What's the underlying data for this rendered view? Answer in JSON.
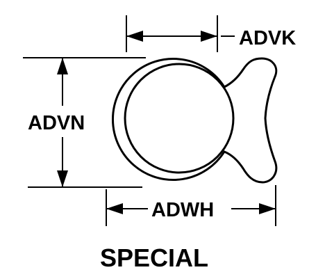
{
  "drawing": {
    "dimensions": {
      "top_width": "ADVK",
      "height": "ADVN",
      "bottom_width": "ADWH"
    },
    "caption": "SPECIAL"
  },
  "colors": {
    "line": "#000000",
    "background": "#ffffff"
  }
}
